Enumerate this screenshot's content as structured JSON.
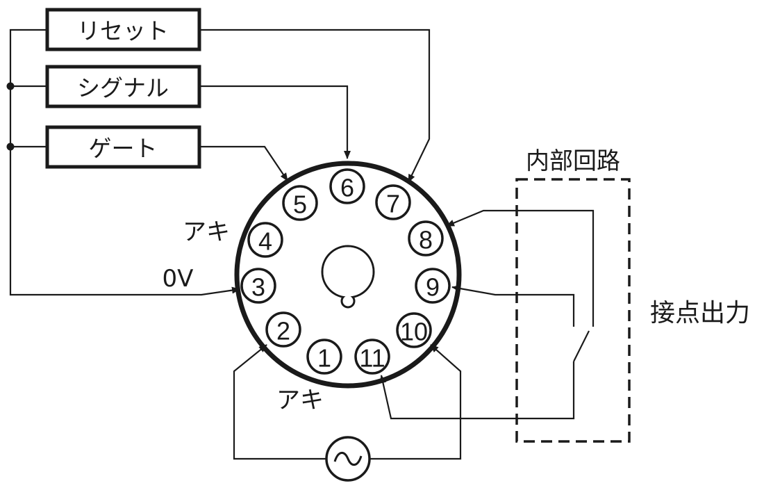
{
  "inputs": {
    "reset": "リセット",
    "signal": "シグナル",
    "gate": "ゲート"
  },
  "pins": [
    "1",
    "2",
    "3",
    "4",
    "5",
    "6",
    "7",
    "8",
    "9",
    "10",
    "11"
  ],
  "labels": {
    "aki_upper": "アキ",
    "aki_lower": "アキ",
    "zero_v": "0V",
    "internal_circuit": "内部回路",
    "contact_output": "接点出力"
  },
  "symbols": {
    "ac_source": "ac-source-icon"
  }
}
